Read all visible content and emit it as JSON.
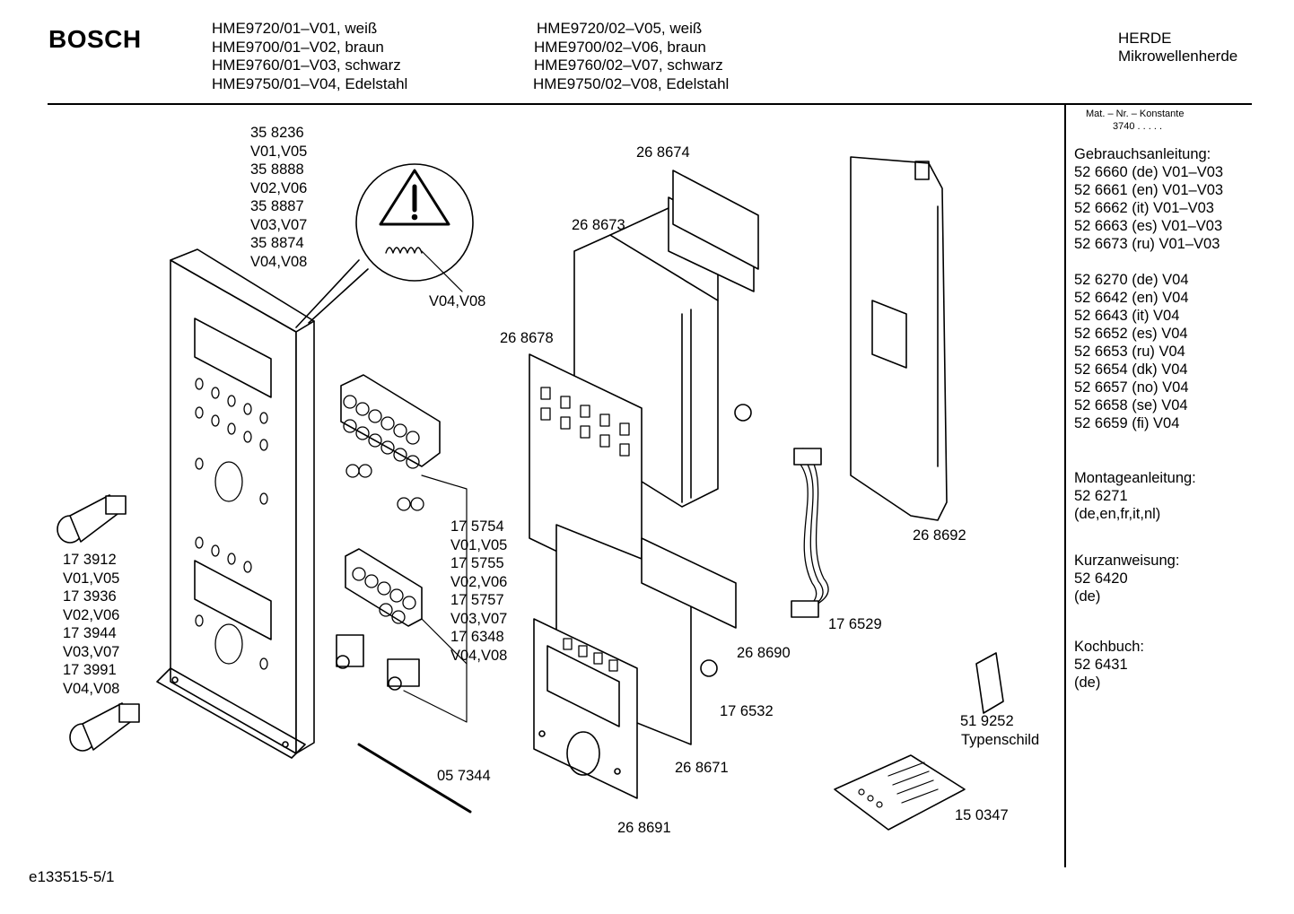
{
  "brand": "BOSCH",
  "models_left": [
    "HME9720/01–V01, weiß",
    "HME9700/01–V02, braun",
    "HME9760/01–V03, schwarz",
    "HME9750/01–V04, Edelstahl"
  ],
  "models_right": [
    "HME9720/02–V05, weiß",
    "HME9700/02–V06, braun",
    "HME9760/02–V07, schwarz",
    "HME9750/02–V08, Edelstahl"
  ],
  "category": {
    "line1": "HERDE",
    "line2": "Mikrowellenherde"
  },
  "constant": {
    "label": "Mat. – Nr. – Konstante",
    "value": "3740 . . . . ."
  },
  "gebrauch": {
    "title": "Gebrauchsanleitung:",
    "items": [
      "52 6660 (de) V01–V03",
      "52 6661 (en) V01–V03",
      "52 6662 (it)   V01–V03",
      "52 6663 (es) V01–V03",
      "52 6673 (ru) V01–V03"
    ],
    "items_v04": [
      "52 6270 (de) V04",
      "52 6642 (en) V04",
      "52 6643 (it)  V04",
      "52 6652 (es) V04",
      "52 6653 (ru) V04",
      "52 6654 (dk) V04",
      "52 6657 (no) V04",
      "52 6658 (se) V04",
      "52 6659 (fi)   V04"
    ]
  },
  "montage": {
    "title": "Montageanleitung:",
    "number": "52 6271",
    "lang": "(de,en,fr,it,nl)"
  },
  "kurz": {
    "title": "Kurzanweisung:",
    "number": "52 6420",
    "lang": "(de)"
  },
  "koch": {
    "title": "Kochbuch:",
    "number": "52 6431",
    "lang": "(de)"
  },
  "labels": {
    "panel_parts": [
      "35 8236",
      "V01,V05",
      "35 8888",
      "V02,V06",
      "35 8887",
      "V03,V07",
      "35 8874",
      "V04,V08"
    ],
    "spring_variant": "V04,V08",
    "knob_parts": [
      "17 3912",
      "V01,V05",
      "17 3936",
      "V02,V06",
      "17 3944",
      "V03,V07",
      "17 3991",
      "V04,V08"
    ],
    "board_parts": [
      "17 5754",
      "V01,V05",
      "17 5755",
      "V02,V06",
      "17 5757",
      "V03,V07",
      "17 6348",
      "V04,V08"
    ],
    "p268674": "26 8674",
    "p268673": "26 8673",
    "p268678": "26 8678",
    "p268692": "26 8692",
    "p176529": "17 6529",
    "p268690": "26 8690",
    "p176532": "17 6532",
    "p268671": "26 8671",
    "p268691": "26 8691",
    "p057344": "05 7344",
    "p519252": "51 9252",
    "typenschild": "Typenschild",
    "p150347": "15 0347"
  },
  "footer": "e133515-5/1"
}
